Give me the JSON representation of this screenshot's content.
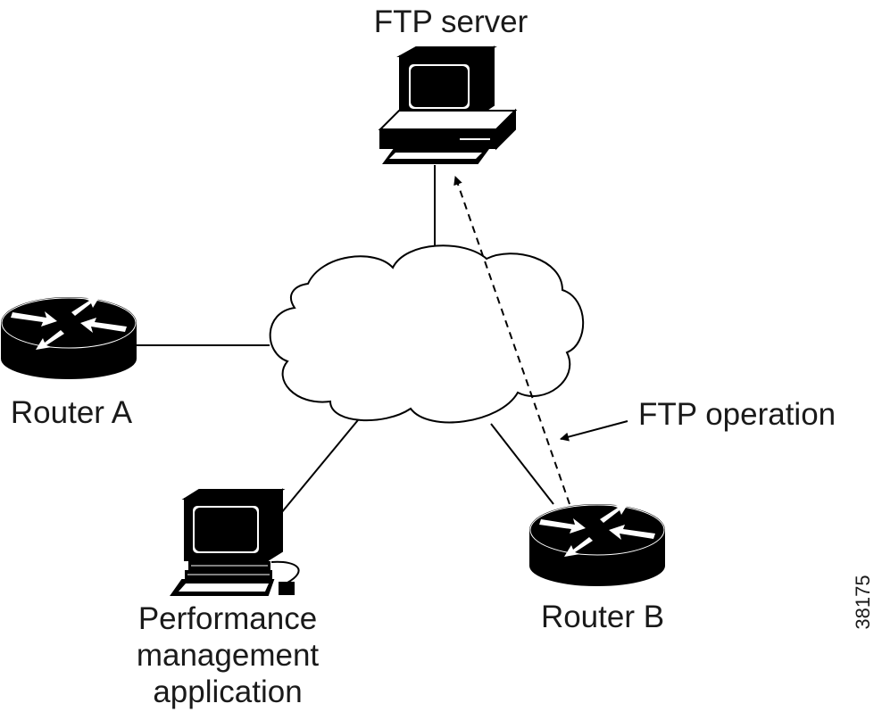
{
  "labels": {
    "ftp_server": "FTP server",
    "router_a": "Router A",
    "router_b": "Router B",
    "ftp_operation": "FTP operation",
    "pm_app_line1": "Performance",
    "pm_app_line2": "management",
    "pm_app_line3": "application"
  },
  "figure_id": "38175",
  "icons": {
    "ftp_server": "desktop-computer-icon",
    "pm_app": "workstation-computer-icon",
    "router_a": "router-icon",
    "router_b": "router-icon",
    "network": "network-cloud-icon"
  },
  "colors": {
    "ink": "#000000",
    "background": "#ffffff"
  }
}
